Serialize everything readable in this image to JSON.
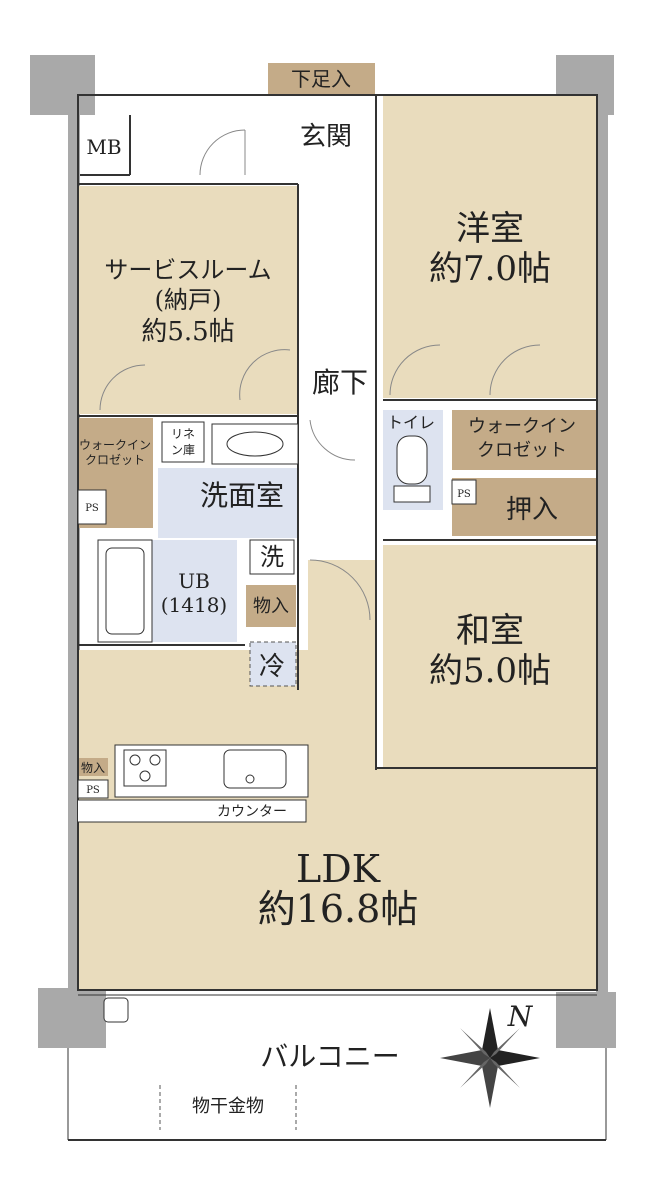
{
  "rooms": {
    "western": {
      "name": "洋室",
      "size": "約7.0帖"
    },
    "service": {
      "name1": "サービスルーム",
      "name2": "(納戸)",
      "size": "約5.5帖"
    },
    "japanese": {
      "name": "和室",
      "size": "約5.0帖"
    },
    "ldk": {
      "name": "LDK",
      "size": "約16.8帖"
    },
    "wash": {
      "name": "洗面室"
    },
    "ub": {
      "name": "UB",
      "size": "(1418)"
    }
  },
  "labels": {
    "shoe": "下足入",
    "entrance": "玄関",
    "mb": "MB",
    "corridor": "廊下",
    "toilet": "トイレ",
    "wic_right1": "ウォークイン",
    "wic_right2": "クロゼット",
    "wic_left1": "ウォークイン",
    "wic_left2": "クロゼット",
    "linen1": "リネ",
    "linen2": "ン庫",
    "oshiire": "押入",
    "laundry": "洗",
    "storage": "物入",
    "fridge": "冷",
    "storage_small": "物入",
    "ps1": "PS",
    "ps2": "PS",
    "ps3": "PS",
    "counter": "カウンター",
    "balcony": "バルコニー",
    "drying": "物干金物",
    "north": "N"
  },
  "colors": {
    "room": "#e9dcbd",
    "closet": "#c4ab88",
    "wet": "#dde3f0",
    "wall": "#a9a9a9",
    "floor": "#ffffff"
  },
  "icons": [
    "compass-icon",
    "stove-icon",
    "sink-icon",
    "toilet-icon",
    "bathtub-icon",
    "washbasin-icon",
    "faucet-icon"
  ]
}
